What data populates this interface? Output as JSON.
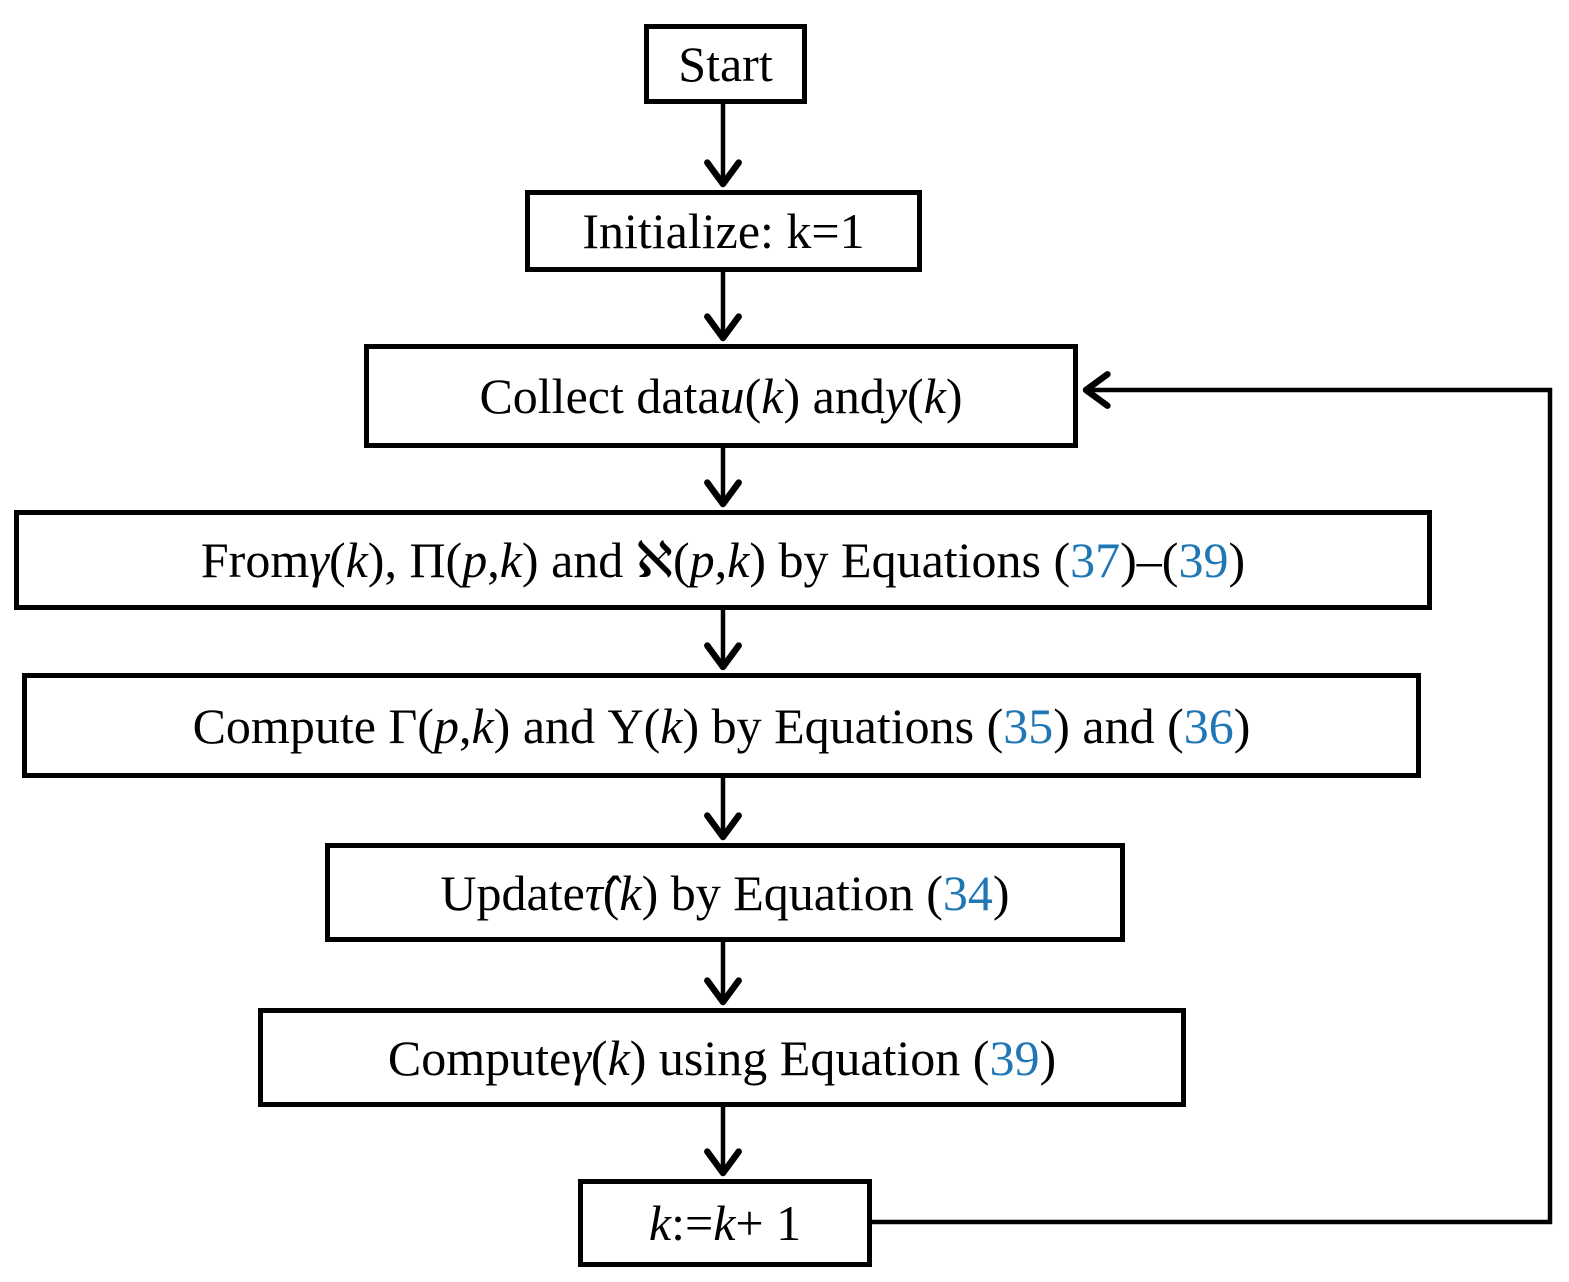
{
  "diagram": {
    "type": "flowchart",
    "accent_blue": "#1f77b4",
    "line_color": "#000000",
    "background": "#ffffff",
    "nodes": [
      {
        "id": "start",
        "text": "Start",
        "parts": [
          {
            "t": "Start",
            "s": "n"
          }
        ]
      },
      {
        "id": "initialize",
        "text": "Initialize: k=1",
        "parts": [
          {
            "t": "Initialize: k=1",
            "s": "n"
          }
        ]
      },
      {
        "id": "collect",
        "text": "Collect data u(k) and y(k)",
        "parts": [
          {
            "t": "Collect data ",
            "s": "n"
          },
          {
            "t": "u",
            "s": "i"
          },
          {
            "t": "(",
            "s": "n"
          },
          {
            "t": "k",
            "s": "i"
          },
          {
            "t": ") and ",
            "s": "n"
          },
          {
            "t": "y",
            "s": "i"
          },
          {
            "t": "(",
            "s": "n"
          },
          {
            "t": "k",
            "s": "i"
          },
          {
            "t": ")",
            "s": "n"
          }
        ]
      },
      {
        "id": "from-eqs",
        "text": "From γ(k), Π(p,k) and ℵ(p,k) by Equations (37)–(39)",
        "parts": [
          {
            "t": "From ",
            "s": "n"
          },
          {
            "t": "γ",
            "s": "i"
          },
          {
            "t": "(",
            "s": "n"
          },
          {
            "t": "k",
            "s": "i"
          },
          {
            "t": "), Π(",
            "s": "n"
          },
          {
            "t": "p",
            "s": "i"
          },
          {
            "t": ",",
            "s": "n"
          },
          {
            "t": "k",
            "s": "i"
          },
          {
            "t": ") and ℵ(",
            "s": "n"
          },
          {
            "t": "p",
            "s": "i"
          },
          {
            "t": ",",
            "s": "n"
          },
          {
            "t": "k",
            "s": "i"
          },
          {
            "t": ") by Equations (",
            "s": "n"
          },
          {
            "t": "37",
            "s": "b"
          },
          {
            "t": ")–(",
            "s": "n"
          },
          {
            "t": "39",
            "s": "b"
          },
          {
            "t": ")",
            "s": "n"
          }
        ]
      },
      {
        "id": "compute-35-36",
        "text": "Compute Γ(p,k) and Υ(k) by Equations (35) and (36)",
        "parts": [
          {
            "t": "Compute Γ(",
            "s": "n"
          },
          {
            "t": "p",
            "s": "i"
          },
          {
            "t": ",",
            "s": "n"
          },
          {
            "t": "k",
            "s": "i"
          },
          {
            "t": ") and Υ(",
            "s": "n"
          },
          {
            "t": "k",
            "s": "i"
          },
          {
            "t": ") by Equations (",
            "s": "n"
          },
          {
            "t": "35",
            "s": "b"
          },
          {
            "t": ") and (",
            "s": "n"
          },
          {
            "t": "36",
            "s": "b"
          },
          {
            "t": ")",
            "s": "n"
          }
        ]
      },
      {
        "id": "update-34",
        "text": "Update τ̂(k) by Equation (34)",
        "parts": [
          {
            "t": "Update ",
            "s": "n"
          },
          {
            "t": "τ̂",
            "s": "i"
          },
          {
            "t": "(",
            "s": "n"
          },
          {
            "t": "k",
            "s": "i"
          },
          {
            "t": ") by Equation (",
            "s": "n"
          },
          {
            "t": "34",
            "s": "b"
          },
          {
            "t": ")",
            "s": "n"
          }
        ]
      },
      {
        "id": "compute-39",
        "text": "Compute γ(k) using Equation (39)",
        "parts": [
          {
            "t": "Compute ",
            "s": "n"
          },
          {
            "t": "γ",
            "s": "i"
          },
          {
            "t": "(",
            "s": "n"
          },
          {
            "t": "k",
            "s": "i"
          },
          {
            "t": ") using Equation (",
            "s": "n"
          },
          {
            "t": "39",
            "s": "b"
          },
          {
            "t": ")",
            "s": "n"
          }
        ]
      },
      {
        "id": "increment",
        "text": "k := k + 1",
        "parts": [
          {
            "t": "k",
            "s": "i"
          },
          {
            "t": " := ",
            "s": "n"
          },
          {
            "t": "k",
            "s": "i"
          },
          {
            "t": " + 1",
            "s": "n"
          }
        ]
      }
    ],
    "edges": [
      {
        "from": "start",
        "to": "initialize",
        "type": "straight"
      },
      {
        "from": "initialize",
        "to": "collect",
        "type": "straight"
      },
      {
        "from": "collect",
        "to": "from-eqs",
        "type": "straight"
      },
      {
        "from": "from-eqs",
        "to": "compute-35-36",
        "type": "straight"
      },
      {
        "from": "compute-35-36",
        "to": "update-34",
        "type": "straight"
      },
      {
        "from": "update-34",
        "to": "compute-39",
        "type": "straight"
      },
      {
        "from": "compute-39",
        "to": "increment",
        "type": "straight"
      },
      {
        "from": "increment",
        "to": "collect",
        "type": "loop-back-right"
      }
    ]
  }
}
